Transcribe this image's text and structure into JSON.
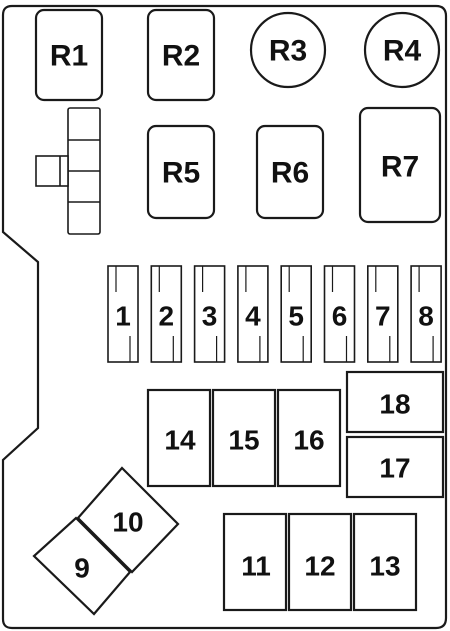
{
  "diagram": {
    "relays": [
      "R1",
      "R2",
      "R3",
      "R4",
      "R5",
      "R6",
      "R7"
    ],
    "small_fuses": [
      "1",
      "2",
      "3",
      "4",
      "5",
      "6",
      "7",
      "8"
    ],
    "large_fuses": [
      "14",
      "15",
      "16",
      "18",
      "17",
      "11",
      "12",
      "13"
    ],
    "diamond_fuses": [
      "10",
      "9"
    ]
  }
}
